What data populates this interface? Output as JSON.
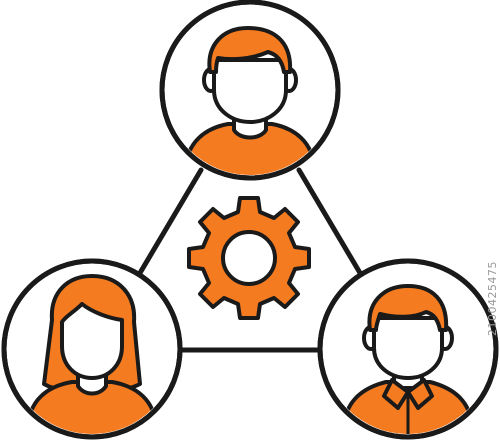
{
  "illustration": {
    "colors": {
      "accent": "#F47B20",
      "outline": "#1A1A1A",
      "background": "#FFFFFF",
      "skin": "#FFFFFF"
    },
    "nodes": [
      {
        "role": "person-top",
        "icon": "man-short-hair-icon"
      },
      {
        "role": "person-left",
        "icon": "woman-long-hair-icon"
      },
      {
        "role": "person-right",
        "icon": "man-collared-shirt-icon"
      }
    ],
    "center_icon": "gear-icon",
    "watermark_id": "2100425475"
  }
}
